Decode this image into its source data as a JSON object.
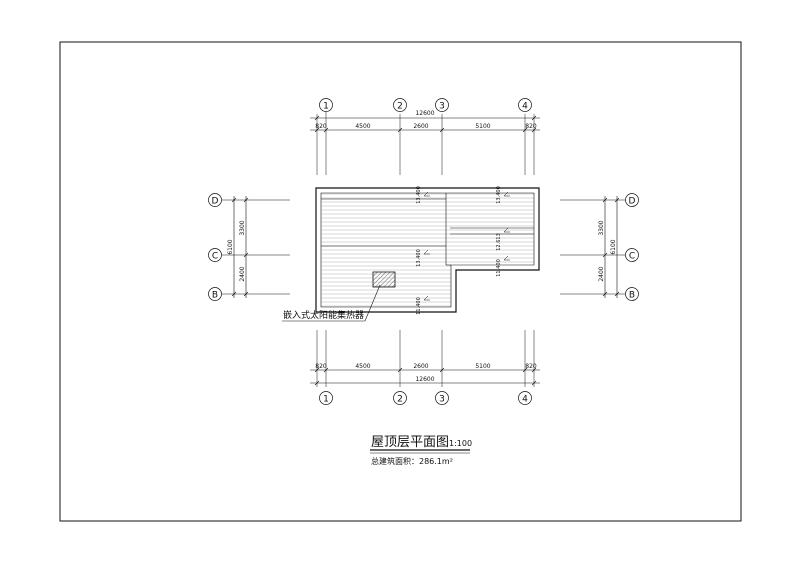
{
  "grid_axes_x": [
    "1",
    "2",
    "3",
    "4"
  ],
  "grid_axes_y": [
    "D",
    "C",
    "B"
  ],
  "dims_x": {
    "overall": "12600",
    "segments": [
      "820",
      "4500",
      "2600",
      "5100",
      "820"
    ]
  },
  "dims_y": {
    "left_overall": "6100",
    "left_segments": [
      "3300",
      "2400"
    ],
    "right_overall": "6100",
    "right_segments": [
      "3300",
      "2400"
    ]
  },
  "elevations": {
    "e1": "13.400",
    "e2": "13.400",
    "e3": "13.400",
    "e4": "11.400",
    "e5": "12.613",
    "e6": "11.400"
  },
  "annotation": "嵌入式太阳能集热器",
  "title": "屋顶层平面图",
  "scale": "1:100",
  "area_text": "总建筑面积：286.1m²"
}
